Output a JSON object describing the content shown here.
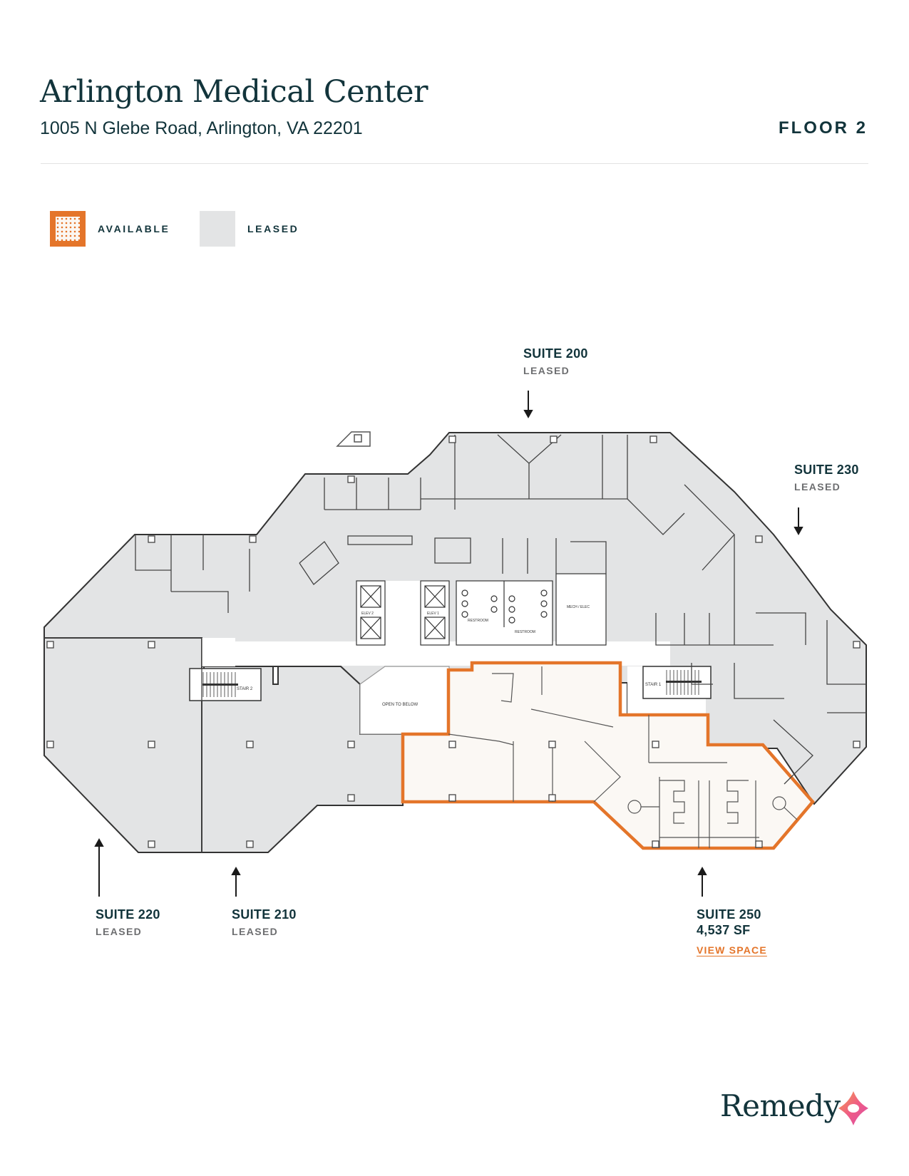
{
  "header": {
    "title": "Arlington Medical Center",
    "address": "1005 N Glebe Road, Arlington, VA 22201",
    "floor": "FLOOR 2"
  },
  "legend": {
    "available_label": "AVAILABLE",
    "leased_label": "LEASED",
    "available_color": "#e4752a",
    "leased_color": "#e3e4e5"
  },
  "suites": [
    {
      "id": "suite-200",
      "name": "SUITE 200",
      "status": "LEASED"
    },
    {
      "id": "suite-230",
      "name": "SUITE 230",
      "status": "LEASED"
    },
    {
      "id": "suite-220",
      "name": "SUITE 220",
      "status": "LEASED"
    },
    {
      "id": "suite-210",
      "name": "SUITE 210",
      "status": "LEASED"
    },
    {
      "id": "suite-250",
      "name": "SUITE 250",
      "status": "AVAILABLE",
      "area": "4,537 SF",
      "link": "VIEW SPACE"
    }
  ],
  "plan_labels": {
    "elev2": "ELEV 2",
    "elev1": "ELEV 1",
    "restroom_a": "RESTROOM",
    "restroom_b": "RESTROOM",
    "mech": "MECH / ELEC",
    "stair2": "STAIR 2",
    "stair1": "STAIR 1",
    "open_below": "OPEN TO BELOW"
  },
  "brand": {
    "name": "Remedy",
    "accent": "#e4752a",
    "ink": "#12343b"
  }
}
